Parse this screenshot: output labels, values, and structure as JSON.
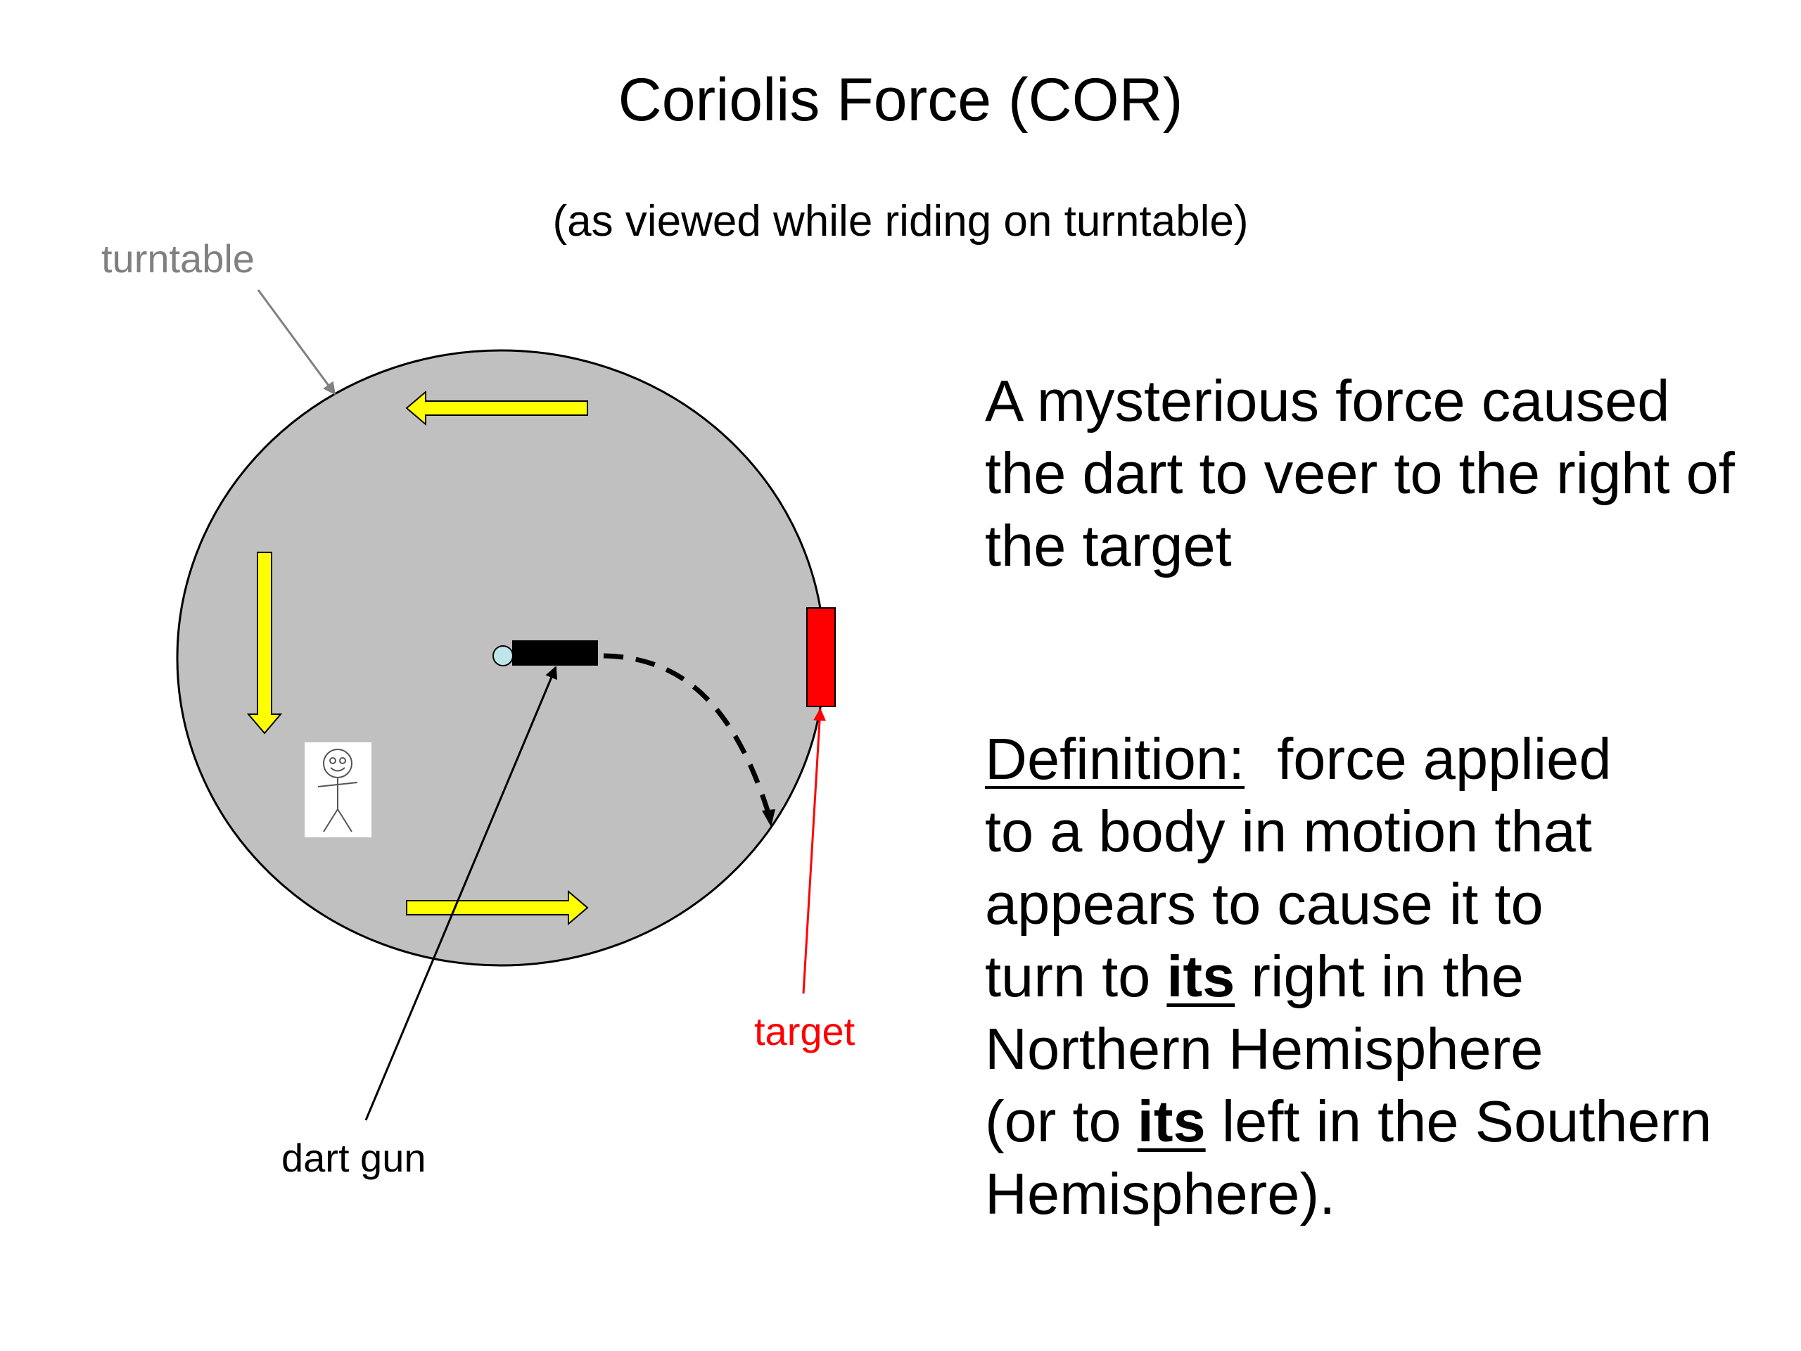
{
  "title": "Coriolis Force (COR)",
  "subtitle": "(as viewed while riding on turntable)",
  "diagram": {
    "labels": {
      "turntable": "turntable",
      "target": "target",
      "dart_gun": "dart gun"
    },
    "colors": {
      "turntable_fill": "#c0c0c0",
      "rotation_arrow": "#ffff00",
      "target": "#ff0000",
      "dart_gun": "#000000",
      "dart": "#bfe6ea",
      "turntable_label": "#808080"
    },
    "icons": [
      "stick-figure-icon",
      "rotation-arrow-icon",
      "dart-gun-icon",
      "target-block-icon"
    ]
  },
  "statement": "A mysterious force caused the dart to veer to the right of the target",
  "definition": {
    "heading": "Definition:",
    "line1_rest": "  force applied",
    "line2": "to a body in motion that",
    "line3": "appears to cause it to",
    "line4_pre": "turn to ",
    "line4_em": "its",
    "line4_post": " right in the",
    "line5": "Northern Hemisphere",
    "line6_pre": "(or to ",
    "line6_em": "its",
    "line6_post": " left in the Southern",
    "line7": "Hemisphere)."
  }
}
